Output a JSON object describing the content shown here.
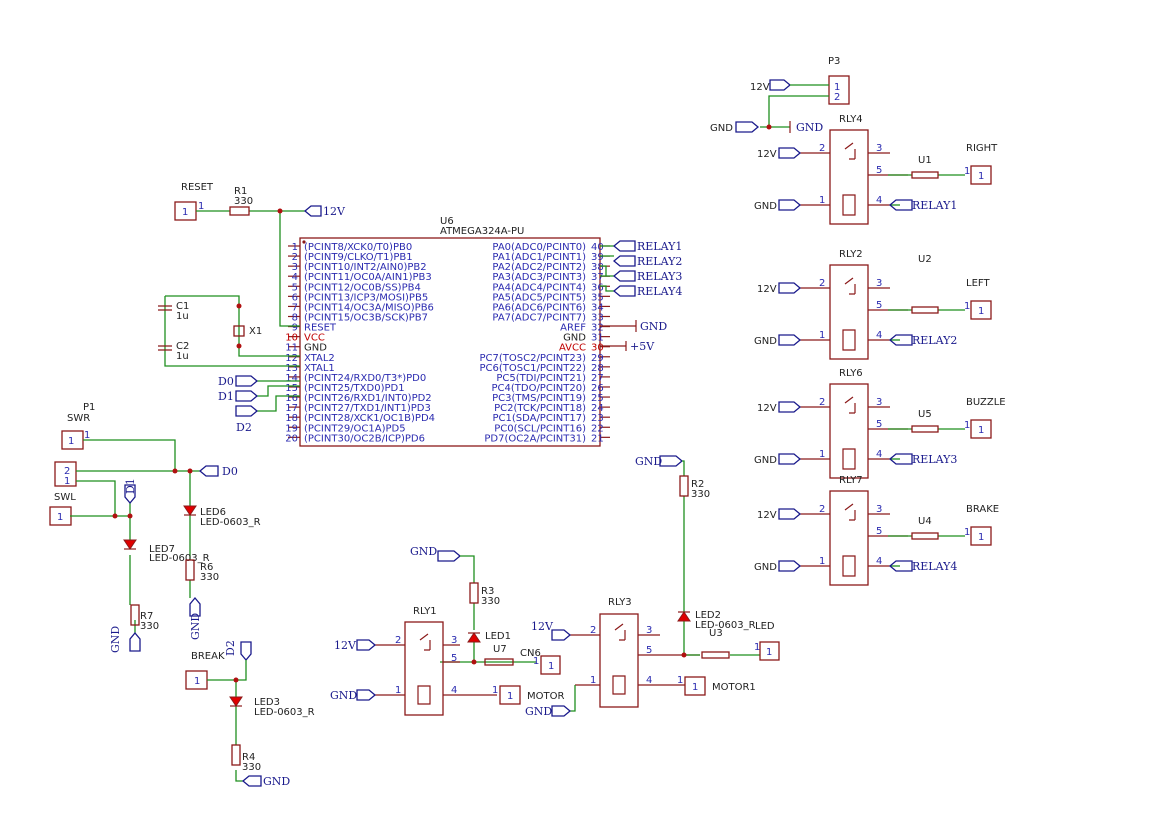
{
  "u6": {
    "ref": "U6",
    "part": "ATMEGA324A-PU",
    "left_pins": [
      {
        "num": "1",
        "name": "(PCINT8/XCK0/T0)PB0",
        "red": false
      },
      {
        "num": "2",
        "name": "(PCINT9/CLKO/T1)PB1",
        "red": false
      },
      {
        "num": "3",
        "name": "(PCINT10/INT2/AIN0)PB2",
        "red": false
      },
      {
        "num": "4",
        "name": "(PCINT11/OC0A/AIN1)PB3",
        "red": false
      },
      {
        "num": "5",
        "name": "(PCINT12/OC0B/SS)PB4",
        "red": false
      },
      {
        "num": "6",
        "name": "(PCINT13/ICP3/MOSI)PB5",
        "red": false
      },
      {
        "num": "7",
        "name": "(PCINT14/OC3A/MISO)PB6",
        "red": false
      },
      {
        "num": "8",
        "name": "(PCINT15/OC3B/SCK)PB7",
        "red": false
      },
      {
        "num": "9",
        "name": "RESET",
        "red": false
      },
      {
        "num": "10",
        "name": "VCC",
        "red": true
      },
      {
        "num": "11",
        "name": "GND",
        "red": false,
        "black": true
      },
      {
        "num": "12",
        "name": "XTAL2",
        "red": false
      },
      {
        "num": "13",
        "name": "XTAL1",
        "red": false
      },
      {
        "num": "14",
        "name": "(PCINT24/RXD0/T3*)PD0",
        "red": false
      },
      {
        "num": "15",
        "name": "(PCINT25/TXD0)PD1",
        "red": false
      },
      {
        "num": "16",
        "name": "(PCINT26/RXD1/INT0)PD2",
        "red": false
      },
      {
        "num": "17",
        "name": "(PCINT27/TXD1/INT1)PD3",
        "red": false
      },
      {
        "num": "18",
        "name": "(PCINT28/XCK1/OC1B)PD4",
        "red": false
      },
      {
        "num": "19",
        "name": "(PCINT29/OC1A)PD5",
        "red": false
      },
      {
        "num": "20",
        "name": "(PCINT30/OC2B/ICP)PD6",
        "red": false
      }
    ],
    "right_pins": [
      {
        "num": "40",
        "name": "PA0(ADC0/PCINT0)",
        "red": false
      },
      {
        "num": "39",
        "name": "PA1(ADC1/PCINT1)",
        "red": false
      },
      {
        "num": "38",
        "name": "PA2(ADC2/PCINT2)",
        "red": false
      },
      {
        "num": "37",
        "name": "PA3(ADC3/PCINT3)",
        "red": false
      },
      {
        "num": "36",
        "name": "PA4(ADC4/PCINT4)",
        "red": false
      },
      {
        "num": "35",
        "name": "PA5(ADC5/PCINT5)",
        "red": false
      },
      {
        "num": "34",
        "name": "PA6(ADC6/PCINT6)",
        "red": false
      },
      {
        "num": "33",
        "name": "PA7(ADC7/PCINT7)",
        "red": false
      },
      {
        "num": "32",
        "name": "AREF",
        "red": false
      },
      {
        "num": "31",
        "name": "GND",
        "red": false,
        "black": true
      },
      {
        "num": "30",
        "name": "AVCC",
        "red": true
      },
      {
        "num": "29",
        "name": "PC7(TOSC2/PCINT23)",
        "red": false
      },
      {
        "num": "28",
        "name": "PC6(TOSC1/PCINT22)",
        "red": false
      },
      {
        "num": "27",
        "name": "PC5(TDI/PCINT21)",
        "red": false
      },
      {
        "num": "26",
        "name": "PC4(TDO/PCINT20)",
        "red": false
      },
      {
        "num": "25",
        "name": "PC3(TMS/PCINT19)",
        "red": false
      },
      {
        "num": "24",
        "name": "PC2(TCK/PCINT18)",
        "red": false
      },
      {
        "num": "23",
        "name": "PC1(SDA/PCINT17)",
        "red": false
      },
      {
        "num": "22",
        "name": "PC0(SCL/PCINT16)",
        "red": false
      },
      {
        "num": "21",
        "name": "PD7(OC2A/PCINT31)",
        "red": false
      }
    ]
  },
  "components": {
    "r1": {
      "ref": "R1",
      "value": "330"
    },
    "r2": {
      "ref": "R2",
      "value": "330"
    },
    "r3": {
      "ref": "R3",
      "value": "330"
    },
    "r4": {
      "ref": "R4",
      "value": "330"
    },
    "r6": {
      "ref": "R6",
      "value": "330"
    },
    "r7": {
      "ref": "R7",
      "value": "330"
    },
    "c1": {
      "ref": "C1",
      "value": "1u"
    },
    "c2": {
      "ref": "C2",
      "value": "1u"
    },
    "x1": {
      "ref": "X1"
    },
    "led1": {
      "ref": "LED1"
    },
    "led2": {
      "ref": "LED2",
      "value": "LED-0603_R"
    },
    "led3": {
      "ref": "LED3",
      "value": "LED-0603_R"
    },
    "led6": {
      "ref": "LED6",
      "value": "LED-0603_R"
    },
    "led7": {
      "ref": "LED7",
      "value": "LED-0603_R"
    },
    "p1": {
      "ref": "P1"
    },
    "p3": {
      "ref": "P3"
    },
    "rly1": {
      "ref": "RLY1"
    },
    "rly2": {
      "ref": "RLY2"
    },
    "rly3": {
      "ref": "RLY3"
    },
    "rly4": {
      "ref": "RLY4"
    },
    "rly6": {
      "ref": "RLY6"
    },
    "rly7": {
      "ref": "RLY7"
    },
    "u1": {
      "ref": "U1"
    },
    "u2": {
      "ref": "U2"
    },
    "u3": {
      "ref": "U3"
    },
    "u4": {
      "ref": "U4"
    },
    "u5": {
      "ref": "U5"
    },
    "u7": {
      "ref": "U7"
    }
  },
  "labels": {
    "reset": "RESET",
    "swr": "SWR",
    "swl": "SWL",
    "break": "BREAK",
    "right": "RIGHT",
    "left": "LEFT",
    "buzzle": "BUZZLE",
    "brake": "BRAKE",
    "motor": "MOTOR",
    "motor1": "MOTOR1",
    "cn6": "CN6",
    "led": "LED"
  },
  "nets": {
    "v12": "12V",
    "gnd": "GND",
    "v5": "+5V",
    "d0": "D0",
    "d1": "D1",
    "d2": "D2",
    "relay1": "RELAY1",
    "relay2": "RELAY2",
    "relay3": "RELAY3",
    "relay4": "RELAY4"
  },
  "pin_labels": {
    "p1": "1",
    "p2": "2",
    "p3": "3",
    "p4": "4",
    "p5": "5"
  },
  "colors": {
    "wire": "#1f8f1f",
    "symbol": "#8b1a1a",
    "net_label": "#1a1a8c",
    "power_pin": "#c00000",
    "led": "#e00000"
  }
}
